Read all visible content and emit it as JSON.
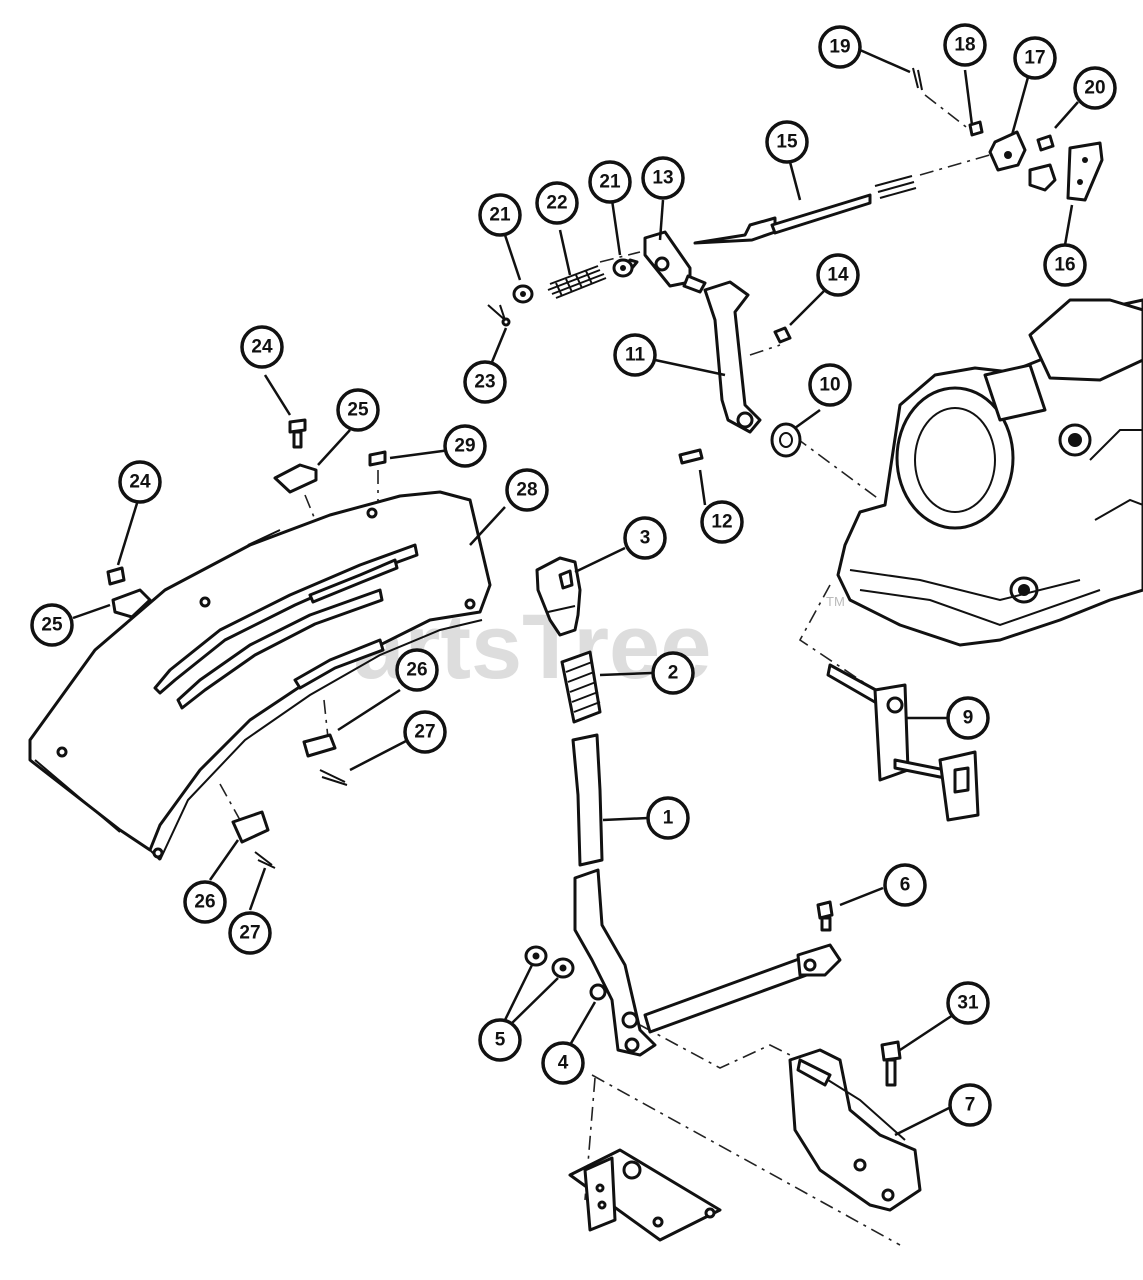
{
  "watermark": {
    "text": "PartsTree",
    "mark": "TM"
  },
  "callouts": [
    {
      "label": "19"
    },
    {
      "label": "18"
    },
    {
      "label": "17"
    },
    {
      "label": "20"
    },
    {
      "label": "15"
    },
    {
      "label": "13"
    },
    {
      "label": "21"
    },
    {
      "label": "22"
    },
    {
      "label": "21"
    },
    {
      "label": "16"
    },
    {
      "label": "14"
    },
    {
      "label": "24"
    },
    {
      "label": "25"
    },
    {
      "label": "29"
    },
    {
      "label": "23"
    },
    {
      "label": "11"
    },
    {
      "label": "10"
    },
    {
      "label": "24"
    },
    {
      "label": "28"
    },
    {
      "label": "12"
    },
    {
      "label": "3"
    },
    {
      "label": "25"
    },
    {
      "label": "26"
    },
    {
      "label": "2"
    },
    {
      "label": "27"
    },
    {
      "label": "9"
    },
    {
      "label": "1"
    },
    {
      "label": "26"
    },
    {
      "label": "27"
    },
    {
      "label": "6"
    },
    {
      "label": "5"
    },
    {
      "label": "4"
    },
    {
      "label": "31"
    },
    {
      "label": "7"
    }
  ]
}
